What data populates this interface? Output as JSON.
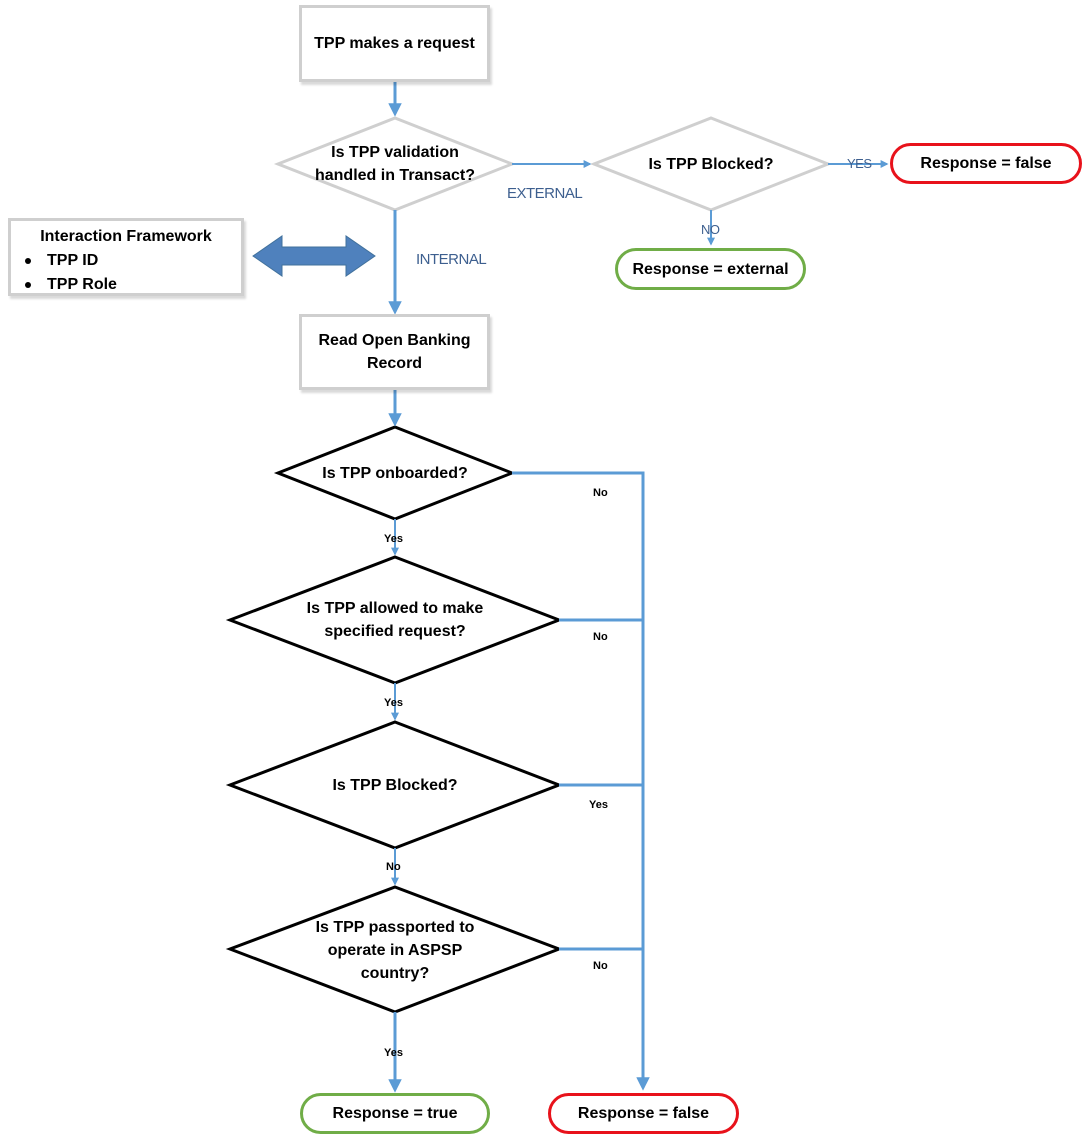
{
  "nodes": {
    "start": "TPP makes a request",
    "q_validation_line1": "Is TPP validation",
    "q_validation_line2": "handled in Transact?",
    "q_blocked_ext": "Is TPP Blocked?",
    "resp_false_top": "Response = false",
    "resp_external": "Response = external",
    "read_record_line1": "Read Open Banking",
    "read_record_line2": "Record",
    "q_onboarded": "Is TPP onboarded?",
    "q_allowed_line1": "Is TPP allowed to make",
    "q_allowed_line2": "specified request?",
    "q_blocked": "Is TPP Blocked?",
    "q_passported_line1": "Is TPP passported to",
    "q_passported_line2": "operate in ASPSP",
    "q_passported_line3": "country?",
    "resp_true": "Response = true",
    "resp_false_bottom": "Response = false"
  },
  "panel": {
    "title": "Interaction Framework",
    "items": [
      "TPP ID",
      "TPP Role"
    ]
  },
  "edges": {
    "external": "EXTERNAL",
    "internal": "INTERNAL",
    "yes_caps": "YES",
    "no_caps": "NO",
    "yes_onboarded": "Yes",
    "no_onboarded": "No",
    "yes_allowed": "Yes",
    "no_allowed": "No",
    "no_blocked": "No",
    "yes_blocked": "Yes",
    "yes_passported": "Yes",
    "no_passported": "No"
  },
  "colors": {
    "connector": "#5b9bd5",
    "double_arrow": "#4f81bd",
    "terminal_ok": "#70ad47",
    "terminal_fail": "#e8121b",
    "box_border": "#cfcfcf",
    "edge_label_blue": "#3d5f8f"
  }
}
